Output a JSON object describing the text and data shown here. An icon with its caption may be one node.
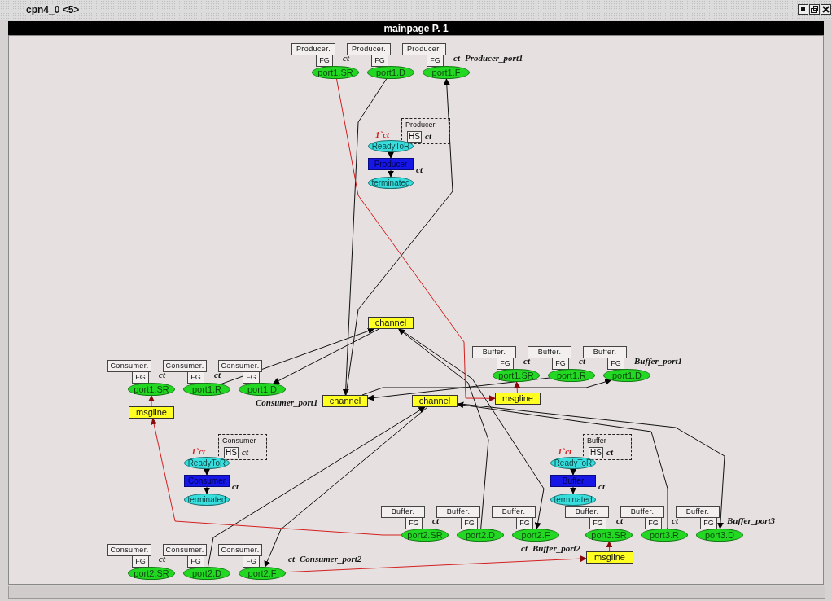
{
  "diagram": {
    "title": "mainpage P. 1",
    "nodes": [
      {
        "text": [
          "Producer."
        ]
      },
      {
        "text": [
          "FG"
        ]
      },
      {
        "text": [
          "port1.SR"
        ],
        "beside": [
          "ct"
        ]
      },
      {
        "text": [
          "Producer."
        ]
      },
      {
        "text": [
          "FG"
        ]
      },
      {
        "text": [
          "port1.D"
        ]
      },
      {
        "text": [
          "Producer."
        ]
      },
      {
        "text": [
          "FG"
        ]
      },
      {
        "text": [
          "port1.F"
        ],
        "beside": [
          "ct",
          "Producer_port1"
        ]
      },
      {
        "text": [
          "Producer"
        ]
      },
      {
        "text": [
          "HS"
        ],
        "in": 9,
        "beside": [
          "ct"
        ]
      },
      {
        "text": [
          "ReadyToR"
        ],
        "beside": [
          "1`ct"
        ]
      },
      {
        "text": [
          "Producer"
        ],
        "beside": [
          "ct"
        ]
      },
      {
        "text": [
          "terminated"
        ]
      },
      {
        "text": [
          "channel"
        ]
      },
      {
        "text": [
          "Consumer."
        ]
      },
      {
        "text": [
          "FG"
        ]
      },
      {
        "text": [
          "port1.SR"
        ],
        "beside": [
          "ct"
        ]
      },
      {
        "text": [
          "Consumer."
        ]
      },
      {
        "text": [
          "FG"
        ]
      },
      {
        "text": [
          "port1.R"
        ],
        "beside": [
          "ct"
        ]
      },
      {
        "text": [
          "Consumer."
        ]
      },
      {
        "text": [
          "FG"
        ]
      },
      {
        "text": [
          "port1.D"
        ],
        "beside": [
          "Consumer_port1"
        ]
      },
      {
        "text": [
          "msgline"
        ]
      },
      {
        "text": [
          "Buffer."
        ]
      },
      {
        "text": [
          "FG"
        ]
      },
      {
        "text": [
          "port1.SR"
        ],
        "beside": [
          "ct"
        ]
      },
      {
        "text": [
          "Buffer."
        ]
      },
      {
        "text": [
          "FG"
        ]
      },
      {
        "text": [
          "port1.R"
        ],
        "beside": [
          "ct"
        ]
      },
      {
        "text": [
          "Buffer."
        ]
      },
      {
        "text": [
          "FG"
        ]
      },
      {
        "text": [
          "port1.D"
        ],
        "beside": [
          "Buffer_port1"
        ]
      },
      {
        "text": [
          "channel"
        ]
      },
      {
        "text": [
          "channel"
        ]
      },
      {
        "text": [
          "msgline"
        ]
      },
      {
        "text": [
          "Consumer"
        ]
      },
      {
        "text": [
          "HS"
        ],
        "in": 37,
        "beside": [
          "ct"
        ]
      },
      {
        "text": [
          "ReadyToR"
        ],
        "beside": [
          "1`ct"
        ]
      },
      {
        "text": [
          "Consumer"
        ],
        "beside": [
          "ct"
        ]
      },
      {
        "text": [
          "terminated"
        ]
      },
      {
        "text": [
          "Buffer"
        ]
      },
      {
        "text": [
          "HS"
        ],
        "in": 42,
        "beside": [
          "ct"
        ]
      },
      {
        "text": [
          "ReadyToR"
        ],
        "beside": [
          "1`ct"
        ]
      },
      {
        "text": [
          "Buffer"
        ],
        "beside": [
          "ct"
        ]
      },
      {
        "text": [
          "terminated"
        ]
      },
      {
        "text": [
          "Buffer."
        ]
      },
      {
        "text": [
          "FG"
        ]
      },
      {
        "text": [
          "port2.SR"
        ],
        "beside": [
          "ct"
        ]
      },
      {
        "text": [
          "Buffer."
        ]
      },
      {
        "text": [
          "FG"
        ]
      },
      {
        "text": [
          "port2.D"
        ]
      },
      {
        "text": [
          "Buffer."
        ]
      },
      {
        "text": [
          "FG"
        ]
      },
      {
        "text": [
          "port2.F"
        ],
        "beside": [
          "ct",
          "Buffer_port2"
        ]
      },
      {
        "text": [
          "Buffer."
        ]
      },
      {
        "text": [
          "FG"
        ]
      },
      {
        "text": [
          "port3.SR"
        ],
        "beside": [
          "ct"
        ]
      },
      {
        "text": [
          "Buffer."
        ]
      },
      {
        "text": [
          "FG"
        ]
      },
      {
        "text": [
          "port3.R"
        ],
        "beside": [
          "ct"
        ]
      },
      {
        "text": [
          "Buffer."
        ]
      },
      {
        "text": [
          "FG"
        ]
      },
      {
        "text": [
          "port3.D"
        ],
        "beside": [
          "Buffer_port3"
        ]
      },
      {
        "text": [
          "msgline"
        ]
      },
      {
        "text": [
          "Consumer."
        ]
      },
      {
        "text": [
          "FG"
        ]
      },
      {
        "text": [
          "port2.SR"
        ],
        "beside": [
          "ct"
        ]
      },
      {
        "text": [
          "Consumer."
        ]
      },
      {
        "text": [
          "FG"
        ]
      },
      {
        "text": [
          "port2.D"
        ]
      },
      {
        "text": [
          "Consumer."
        ]
      },
      {
        "text": [
          "FG"
        ]
      },
      {
        "text": [
          "port2.F"
        ],
        "beside": [
          "ct",
          "Consumer_port2"
        ]
      }
    ],
    "edges": [
      {
        "from": 5,
        "to": 34,
        "arrow": "to"
      },
      {
        "from": 34,
        "to": 8,
        "arrow": "to"
      },
      {
        "from": 20,
        "to": 14,
        "arrow": "to"
      },
      {
        "from": 14,
        "to": 23,
        "arrow": "to"
      },
      {
        "from": 30,
        "to": 34,
        "arrow": "to"
      },
      {
        "from": 34,
        "to": 33,
        "arrow": "to"
      },
      {
        "from": 52,
        "to": 14,
        "arrow": "to"
      },
      {
        "from": 14,
        "to": 55,
        "arrow": "to"
      },
      {
        "from": 61,
        "to": 35,
        "arrow": "to"
      },
      {
        "from": 35,
        "to": 64,
        "arrow": "to"
      },
      {
        "from": 71,
        "to": 35,
        "arrow": "to"
      },
      {
        "from": 35,
        "to": 74,
        "arrow": "to"
      },
      {
        "from": 2,
        "to": 36,
        "arrow": "to",
        "color": "#d42020"
      },
      {
        "from": 36,
        "to": 27,
        "arrow": "to",
        "color": "#d42020"
      },
      {
        "from": 49,
        "to": 24,
        "arrow": "to",
        "color": "#d42020"
      },
      {
        "from": 24,
        "to": 17,
        "arrow": "to",
        "color": "#d42020"
      },
      {
        "from": 74,
        "to": 65,
        "arrow": "to",
        "color": "#d42020"
      },
      {
        "from": 65,
        "to": 58,
        "arrow": "to",
        "color": "#d42020"
      },
      {
        "from": 11,
        "to": 12,
        "arrow": "to"
      },
      {
        "from": 12,
        "to": 13,
        "arrow": "to"
      },
      {
        "from": 39,
        "to": 40,
        "arrow": "to"
      },
      {
        "from": 40,
        "to": 41,
        "arrow": "to"
      },
      {
        "from": 44,
        "to": 45,
        "arrow": "to"
      },
      {
        "from": 45,
        "to": 46,
        "arrow": "to"
      }
    ],
    "labels": [
      "cpn4_0 <5>"
    ]
  }
}
